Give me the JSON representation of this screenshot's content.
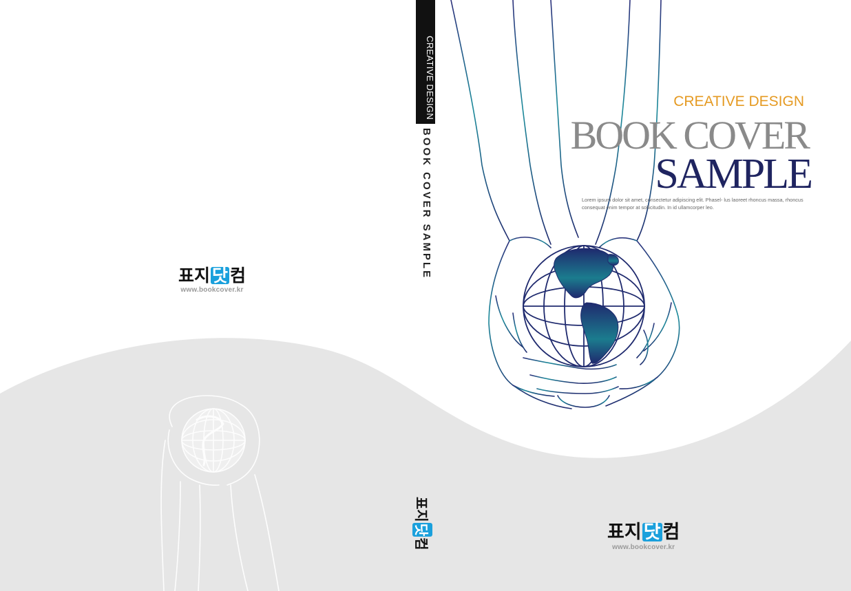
{
  "back_cover": {
    "logo": {
      "korean_parts": [
        "표지",
        "닷",
        "컴"
      ],
      "url": "www.bookcover.kr",
      "icon": "hands-globe-icon"
    }
  },
  "spine": {
    "label": "CREATIVE DESIGN",
    "title": "BOOK COVER SAMPLE",
    "logo": {
      "korean_parts": [
        "표지",
        "닷",
        "컴"
      ]
    }
  },
  "front_cover": {
    "kicker": "CREATIVE DESIGN",
    "title_line1": "BOOK COVER",
    "title_line2": "SAMPLE",
    "blurb": "Lorem ipsum dolor sit amet, consectetur adipiscing elit. Phasel- lus laoreet rhoncus massa, rhoncus consequat enim tempor at sollicitudin. In id ullamcorper leo.",
    "illustration": "hands-holding-globe-icon",
    "logo": {
      "korean_parts": [
        "표지",
        "닷",
        "컴"
      ],
      "url": "www.bookcover.kr"
    }
  },
  "colors": {
    "kicker": "#e59a22",
    "title_gray": "#8a8a8a",
    "title_navy": "#1f2460",
    "logo_accent": "#1aa0dc",
    "wave_gray": "#e6e6e6",
    "spine_bar": "#111111"
  }
}
